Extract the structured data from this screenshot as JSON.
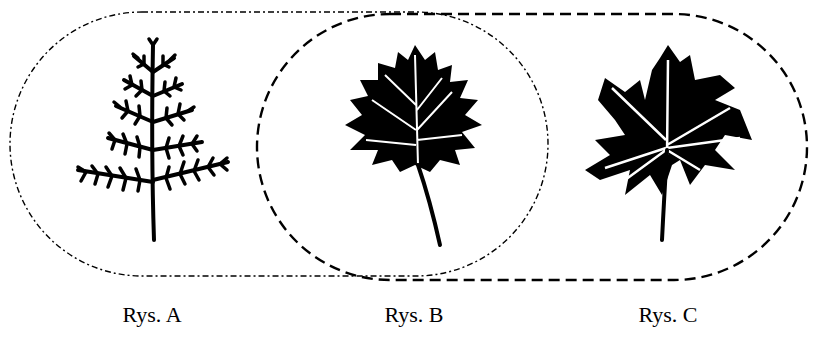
{
  "diagram": {
    "labels": [
      "Rys. A",
      "Rys. B",
      "Rys. C"
    ]
  }
}
